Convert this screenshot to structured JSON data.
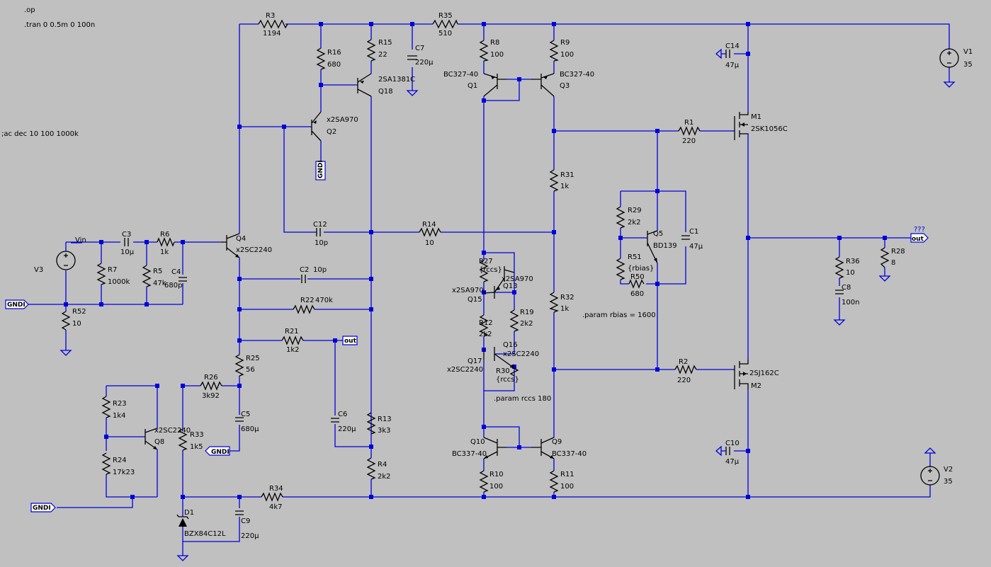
{
  "directives": {
    "op": ".op",
    "tran": ".tran 0 0.5m 0 100n",
    "ac": ";ac dec 10 100 1000k",
    "rbias": ".param rbias = 1600",
    "rccs": ".param rccs 180"
  },
  "nets": {
    "vin": "Vin",
    "gndi": "GNDI",
    "out": "out",
    "unknown": "???"
  },
  "parts": {
    "R3": [
      "R3",
      "1194"
    ],
    "R35": [
      "R35",
      "510"
    ],
    "R16": [
      "R16",
      "680"
    ],
    "R15": [
      "R15",
      "22"
    ],
    "C7": [
      "C7",
      "220µ"
    ],
    "Q18": [
      "Q18",
      "2SA1381C"
    ],
    "Q2": [
      "Q2",
      "x2SA970"
    ],
    "R8": [
      "R8",
      "100"
    ],
    "R9": [
      "R9",
      "100"
    ],
    "Q1": [
      "Q1",
      "BC327-40"
    ],
    "Q3": [
      "Q3",
      "BC327-40"
    ],
    "C14": [
      "C14",
      "47µ"
    ],
    "V1": [
      "V1",
      "35"
    ],
    "M1": [
      "M1",
      "2SK1056C"
    ],
    "R1": [
      "R1",
      "220"
    ],
    "R31": [
      "R31",
      "1k"
    ],
    "R29": [
      "R29",
      "2k2"
    ],
    "R51": [
      "R51",
      "{rbias}"
    ],
    "R50": [
      "R50",
      "680"
    ],
    "Q5": [
      "Q5",
      "BD139"
    ],
    "C1": [
      "C1",
      "47µ"
    ],
    "R36": [
      "R36",
      "10"
    ],
    "C8": [
      "C8",
      "100n"
    ],
    "R28": [
      "R28",
      "8"
    ],
    "V3": [
      "V3",
      ""
    ],
    "R7": [
      "R7",
      "1000k"
    ],
    "C3": [
      "C3",
      "10µ"
    ],
    "R6": [
      "R6",
      "1k"
    ],
    "R5": [
      "R5",
      "47k"
    ],
    "C4": [
      "C4",
      "680p"
    ],
    "R52": [
      "R52",
      "10"
    ],
    "Q4": [
      "Q4",
      "x2SC2240"
    ],
    "C12": [
      "C12",
      "10p"
    ],
    "R14": [
      "R14",
      "10"
    ],
    "C2": [
      "C2",
      "10p"
    ],
    "R22": [
      "R22",
      "470k"
    ],
    "R21": [
      "R21",
      "1k2"
    ],
    "R25": [
      "R25",
      "56"
    ],
    "R26": [
      "R26",
      "3k92"
    ],
    "C5": [
      "C5",
      "680µ"
    ],
    "R23": [
      "R23",
      "1k4"
    ],
    "R24": [
      "R24",
      "17k23"
    ],
    "Q8": [
      "Q8",
      "x2SC2240"
    ],
    "R33": [
      "R33",
      "1k5"
    ],
    "D1": [
      "D1",
      "BZX84C12L"
    ],
    "C9": [
      "C9",
      "220µ"
    ],
    "R34": [
      "R34",
      "4k7"
    ],
    "C6": [
      "C6",
      "220µ"
    ],
    "R13": [
      "R13",
      "3k3"
    ],
    "R4": [
      "R4",
      "2k2"
    ],
    "R27": [
      "R27",
      "{rccs}"
    ],
    "Q13": [
      "Q13",
      "x2SA970"
    ],
    "Q15": [
      "Q15",
      "x2SA970"
    ],
    "R12": [
      "R12",
      "2k2"
    ],
    "R19": [
      "R19",
      "2k2"
    ],
    "Q16": [
      "Q16",
      "x2SC2240"
    ],
    "Q17": [
      "Q17",
      "x2SC2240"
    ],
    "R30": [
      "R30",
      "{rccs}"
    ],
    "Q10": [
      "Q10",
      "BC337-40"
    ],
    "Q9": [
      "Q9",
      "BC337-40"
    ],
    "R10": [
      "R10",
      "100"
    ],
    "R11": [
      "R11",
      "100"
    ],
    "R32": [
      "R32",
      "1k"
    ],
    "R2": [
      "R2",
      "220"
    ],
    "M2": [
      "M2",
      "2SJ162C"
    ],
    "C10": [
      "C10",
      "47µ"
    ],
    "V2": [
      "V2",
      "35"
    ]
  }
}
